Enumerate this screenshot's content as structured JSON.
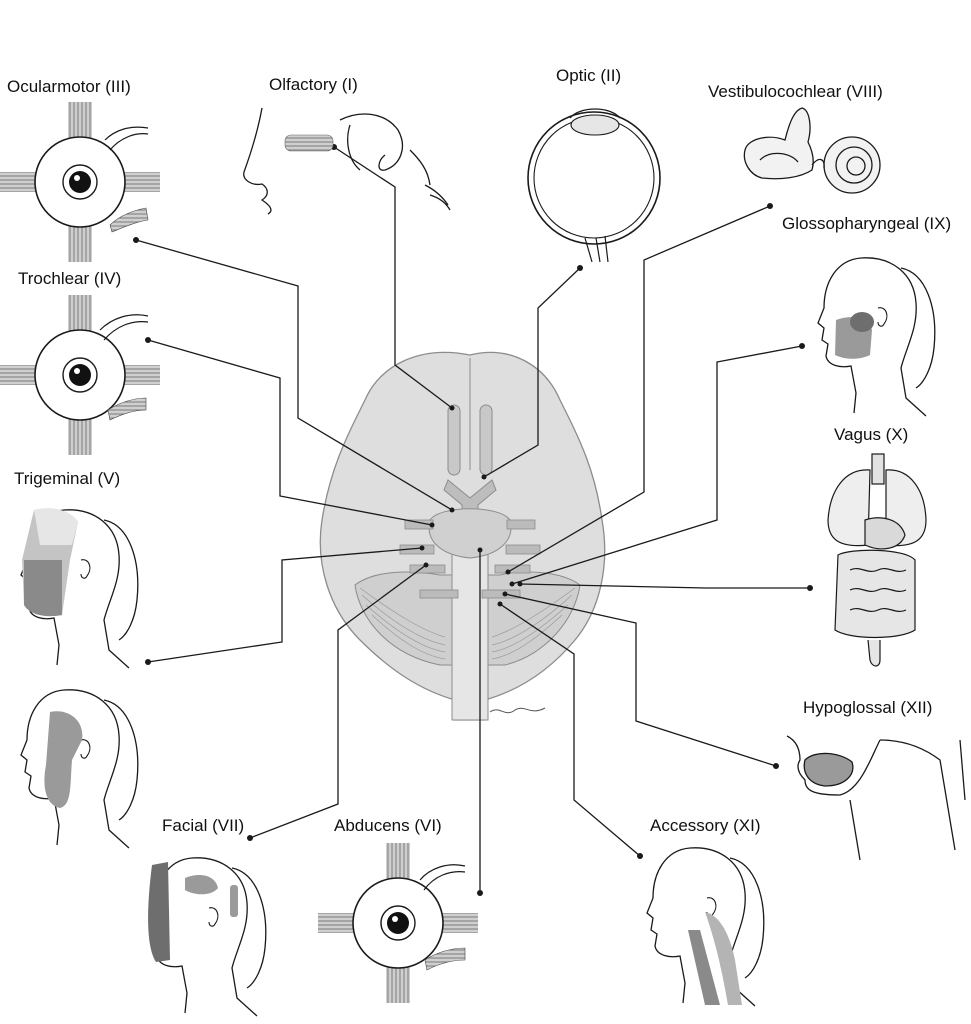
{
  "labels": {
    "oculomotor": "Ocularmotor (III)",
    "olfactory": "Olfactory (I)",
    "optic": "Optic (II)",
    "vestibulocochlear": "Vestibulocochlear (VIII)",
    "glossopharyngeal": "Glossopharyngeal (IX)",
    "trochlear": "Trochlear (IV)",
    "vagus": "Vagus (X)",
    "trigeminal": "Trigeminal (V)",
    "hypoglossal": "Hypoglossal (XII)",
    "facial": "Facial (VII)",
    "abducens": "Abducens (VI)",
    "accessory": "Accessory (XI)"
  },
  "colors": {
    "line": "#1a1a1a",
    "brain_fill": "#d8d8d8",
    "brain_stroke": "#8c8c8c",
    "highlight_dark": "#6e6e6e",
    "highlight_mid": "#9a9a9a",
    "organ_fill": "#e2e2e2"
  }
}
